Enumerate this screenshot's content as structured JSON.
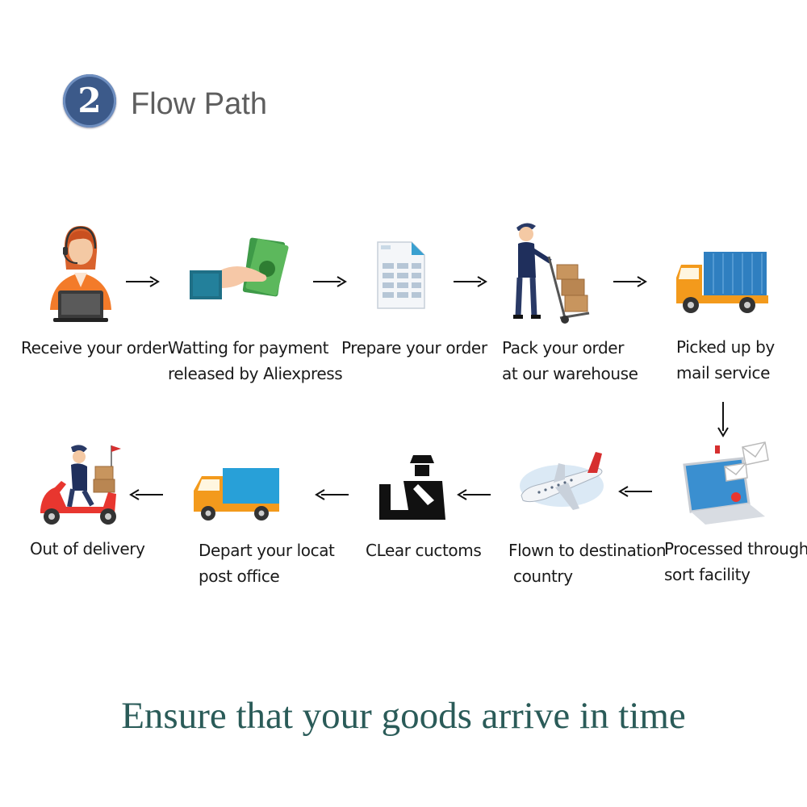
{
  "header": {
    "step_number": "2",
    "title": "Flow Path"
  },
  "steps": [
    {
      "lines": [
        "Receive your order"
      ]
    },
    {
      "lines": [
        "Watting for payment",
        "released by Aliexpress"
      ]
    },
    {
      "lines": [
        "Prepare your order"
      ]
    },
    {
      "lines": [
        "Pack your order",
        "at our warehouse"
      ]
    },
    {
      "lines": [
        "Picked up by",
        "mail service"
      ]
    },
    {
      "lines": [
        "Processed through",
        "sort facility"
      ]
    },
    {
      "lines": [
        "Flown to destination",
        "country"
      ]
    },
    {
      "lines": [
        "CLear cuctoms"
      ]
    },
    {
      "lines": [
        "Depart your locat",
        "post office"
      ]
    },
    {
      "lines": [
        "Out of delivery"
      ]
    }
  ],
  "tagline": "Ensure that your goods arrive in time",
  "colors": {
    "badge": "#3c5a8a",
    "title": "#5e5e5e",
    "tagline": "#2a5b58",
    "truck_orange": "#f39a1c",
    "container_blue": "#2f7fc0"
  }
}
